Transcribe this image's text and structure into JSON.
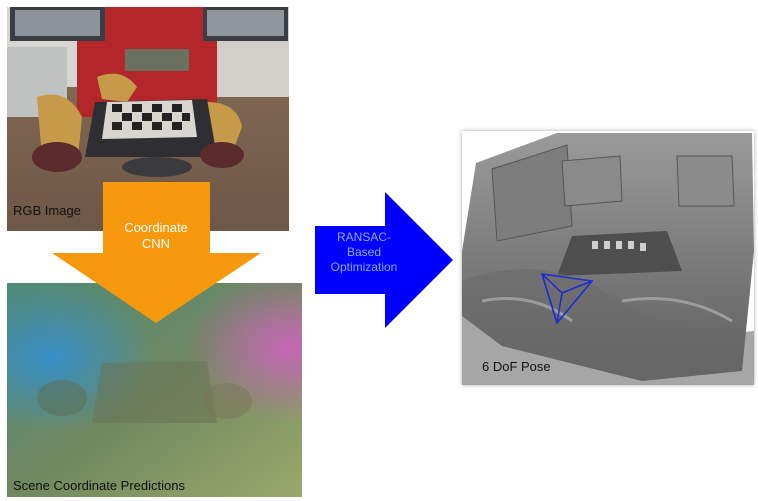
{
  "labels": {
    "rgb": "RGB Image",
    "scene": "Scene Coordinate Predictions",
    "pose": "6 DoF Pose",
    "cnn_line1": "Coordinate",
    "cnn_line2": "CNN",
    "ransac_line1": "RANSAC-",
    "ransac_line2": "Based",
    "ransac_line3": "Optimization"
  },
  "colors": {
    "cnn_arrow": "#f6980b",
    "ransac_arrow": "#0000ff",
    "pose_frustum": "#1a2bd8"
  }
}
